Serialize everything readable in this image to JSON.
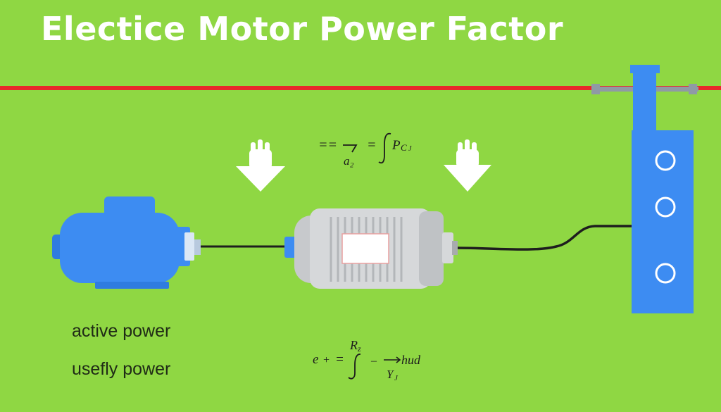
{
  "header": {
    "title": "Electice Motor Power Factor"
  },
  "labels": {
    "active": "active power",
    "useful": "usefly power"
  },
  "formula_top": {
    "lhs": "==",
    "denominator": "a₂",
    "equals": "=",
    "integrand": "P",
    "subscript": "C",
    "sub2": "J"
  },
  "formula_bottom": {
    "lhs": "e",
    "plus": "+",
    "equals": "=",
    "upper": "R",
    "upper_sub": "z",
    "lower": "Y",
    "lower_sub": "J",
    "minus": "–",
    "result": "hud"
  },
  "colors": {
    "background": "#8fd743",
    "line": "#e8282b",
    "motor_blue": "#3d8cf2",
    "motor_gray": "#c7c9cc",
    "wire": "#1e1e1e"
  }
}
